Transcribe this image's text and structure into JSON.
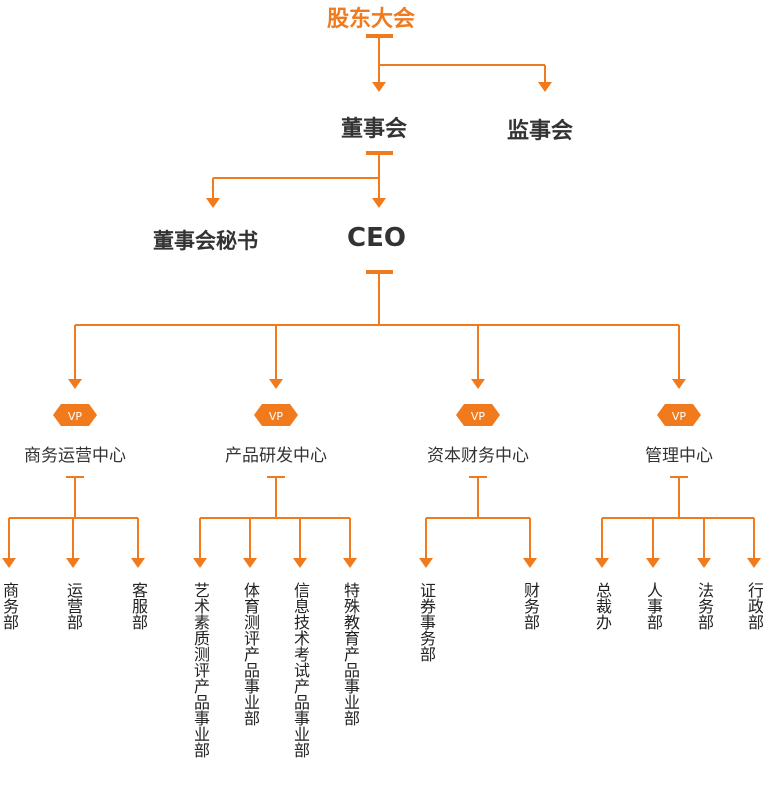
{
  "colors": {
    "accent": "#f07a1c",
    "text": "#333333"
  },
  "top": {
    "title": "股东大会"
  },
  "board": {
    "label": "董事会"
  },
  "supervisors": {
    "label": "监事会"
  },
  "secretary": {
    "label": "董事会秘书"
  },
  "ceo": {
    "label": "CEO"
  },
  "vp_badge": "VP",
  "centers": [
    {
      "name": "商务运营中心",
      "departments": [
        "商务部",
        "运营部",
        "客服部"
      ]
    },
    {
      "name": "产品研发中心",
      "departments": [
        "艺术素质测评产品事业部",
        "体育测评产品事业部",
        "信息技术考试产品事业部",
        "特殊教育产品事业部"
      ]
    },
    {
      "name": "资本财务中心",
      "departments": [
        "证券事务部",
        "财务部"
      ]
    },
    {
      "name": "管理中心",
      "departments": [
        "总裁办",
        "人事部",
        "法务部",
        "行政部"
      ]
    }
  ]
}
